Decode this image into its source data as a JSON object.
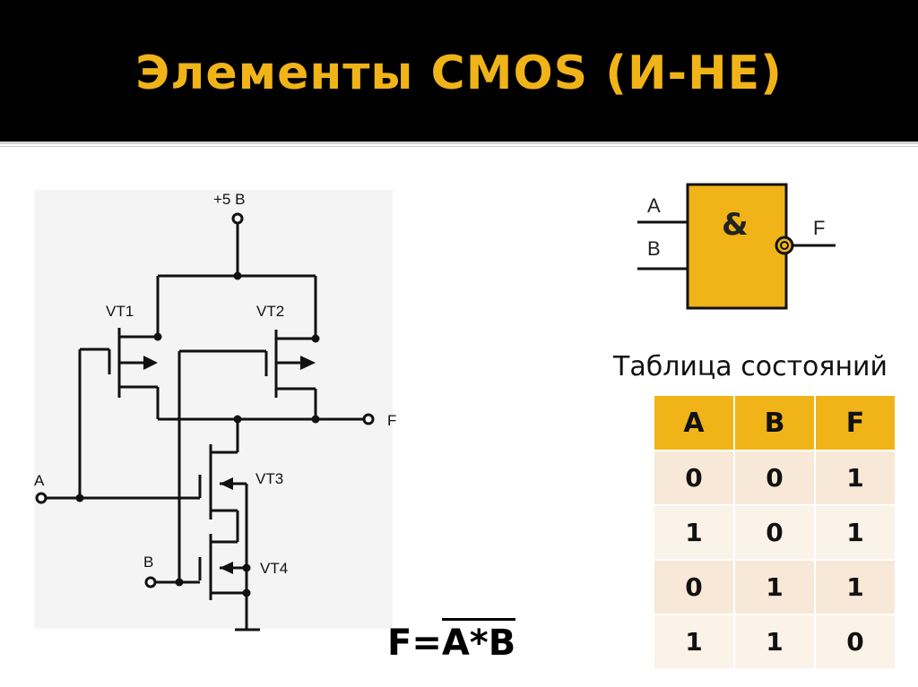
{
  "title": "Элементы CMOS (И-НЕ)",
  "circuit": {
    "supply": "+5 В",
    "vt1": "VT1",
    "vt2": "VT2",
    "vt3": "VT3",
    "vt4": "VT4",
    "input_a": "A",
    "input_b": "B",
    "output_f": "F"
  },
  "gate": {
    "symbol": "&",
    "input_a": "A",
    "input_b": "B",
    "output": "F",
    "fill_color": "#f0b418"
  },
  "formula": {
    "lhs": "F=",
    "rhs": "A*B"
  },
  "truth_table": {
    "title": "Таблица состояний",
    "headers": [
      "A",
      "B",
      "F"
    ],
    "rows": [
      [
        "0",
        "0",
        "1"
      ],
      [
        "1",
        "0",
        "1"
      ],
      [
        "0",
        "1",
        "1"
      ],
      [
        "1",
        "1",
        "0"
      ]
    ]
  },
  "colors": {
    "accent": "#f0b418",
    "title_bg": "#000000"
  }
}
